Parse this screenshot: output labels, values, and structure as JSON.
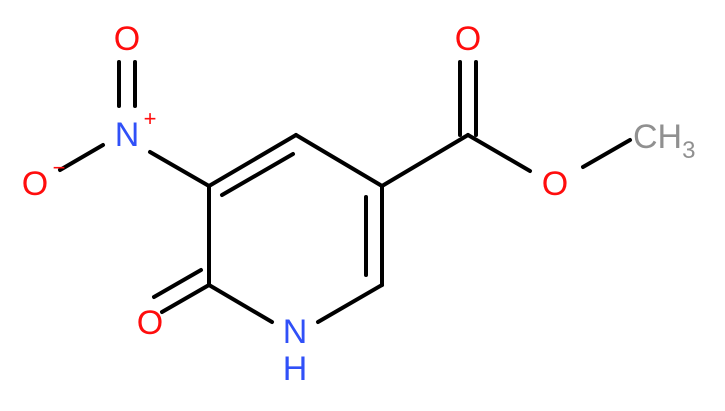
{
  "molecule": {
    "atoms": {
      "nitro_o_top": "O",
      "nitro_n": "N",
      "nitro_n_charge": "+",
      "nitro_o_left": "O",
      "nitro_o_left_charge": "−",
      "ketone_o": "O",
      "ring_nh": "N",
      "ring_nh_h": "H",
      "ester_carbonyl_o": "O",
      "ester_o": "O",
      "methyl_c": "CH",
      "methyl_sub": "3"
    },
    "colors": {
      "oxygen": "#ff0d0d",
      "nitrogen": "#3050f8",
      "carbon": "#909090",
      "bond": "#000000",
      "background": "#ffffff"
    }
  }
}
